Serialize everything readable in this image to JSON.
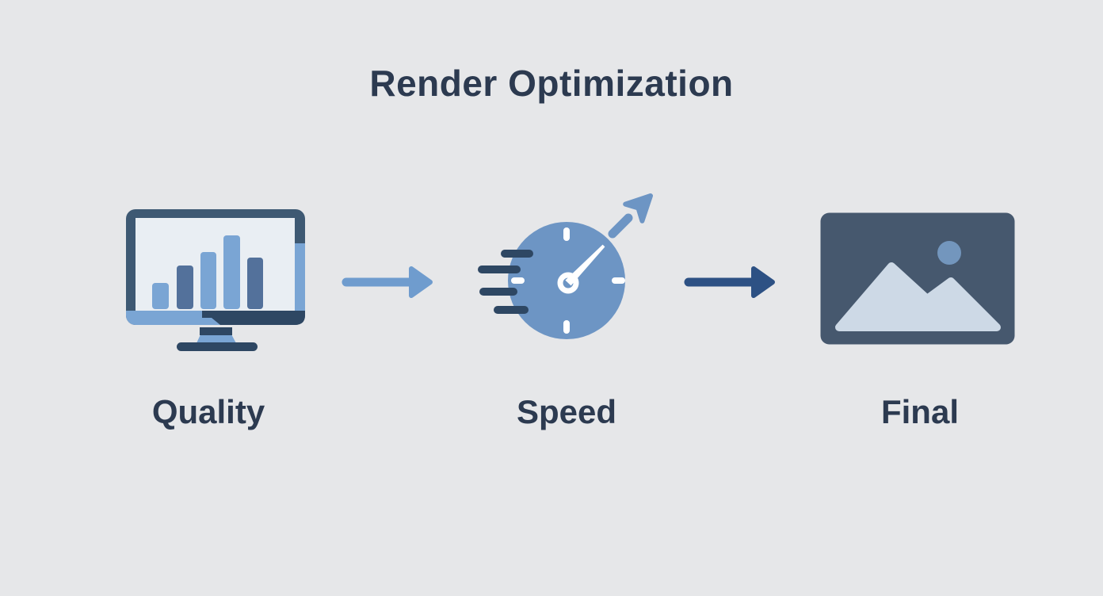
{
  "title": "Render Optimization",
  "stages": [
    {
      "label": "Quality",
      "icon": "monitor-bar-chart-icon"
    },
    {
      "label": "Speed",
      "icon": "speedometer-icon"
    },
    {
      "label": "Final",
      "icon": "image-icon"
    }
  ],
  "arrows": [
    {
      "name": "arrow-quality-to-speed",
      "style": "light"
    },
    {
      "name": "arrow-speed-to-final",
      "style": "dark"
    }
  ],
  "colors": {
    "background": "#e6e7e9",
    "text": "#2c3a50",
    "light-blue": "#7aa5d4",
    "mid-blue": "#6d95c4",
    "slate-blue": "#53719b",
    "dark-navy": "#2e4763",
    "frame": "#3e5973",
    "screen": "#e9eef3",
    "arrow-light": "#6f9cce",
    "arrow-dark": "#2d5184",
    "card": "#46586e",
    "mountain": "#cdd9e6",
    "sun": "#7396bd",
    "white": "#ffffff"
  }
}
